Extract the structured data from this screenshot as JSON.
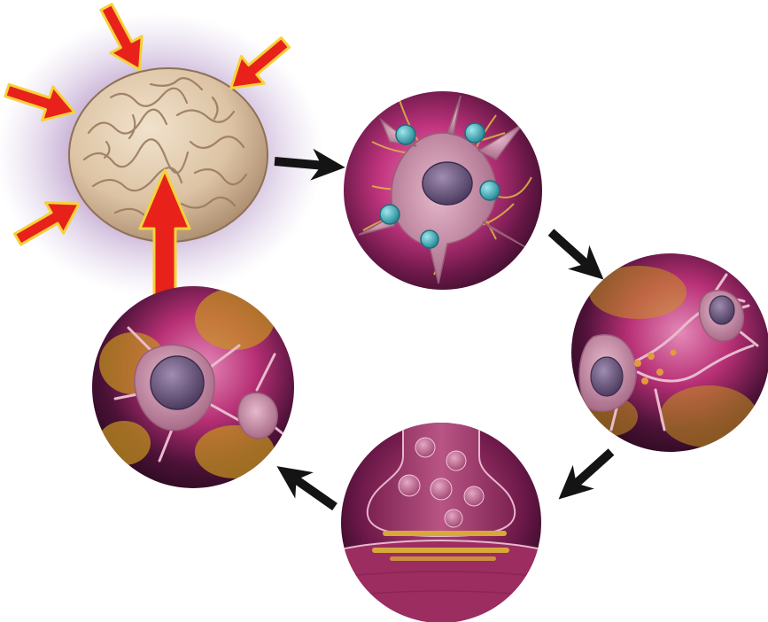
{
  "diagram": {
    "type": "cycle",
    "stages": [
      {
        "id": "brain",
        "icon": "brain-icon"
      },
      {
        "id": "microglia",
        "icon": "microglia-cell-icon"
      },
      {
        "id": "astrocyte-plaques",
        "icon": "astrocyte-cell-icon"
      },
      {
        "id": "synapse",
        "icon": "synapse-icon"
      },
      {
        "id": "activated-glia",
        "icon": "activated-glia-cell-icon"
      }
    ],
    "colors": {
      "background": "#ffffff",
      "glow": "#6b3a86",
      "stress_arrow": "#e8221b",
      "stress_arrow_outline": "#f5d23a",
      "cycle_arrow": "#141414",
      "circle_magenta": "#c2357f",
      "circle_dark": "#3d0f2c",
      "cell_pink": "#c78aa4",
      "nucleus": "#6f5a80",
      "microglia_teal": "#3fb6c2",
      "plaque_gold": "#c8961e",
      "brain_tan": "#dcc3a3"
    }
  }
}
